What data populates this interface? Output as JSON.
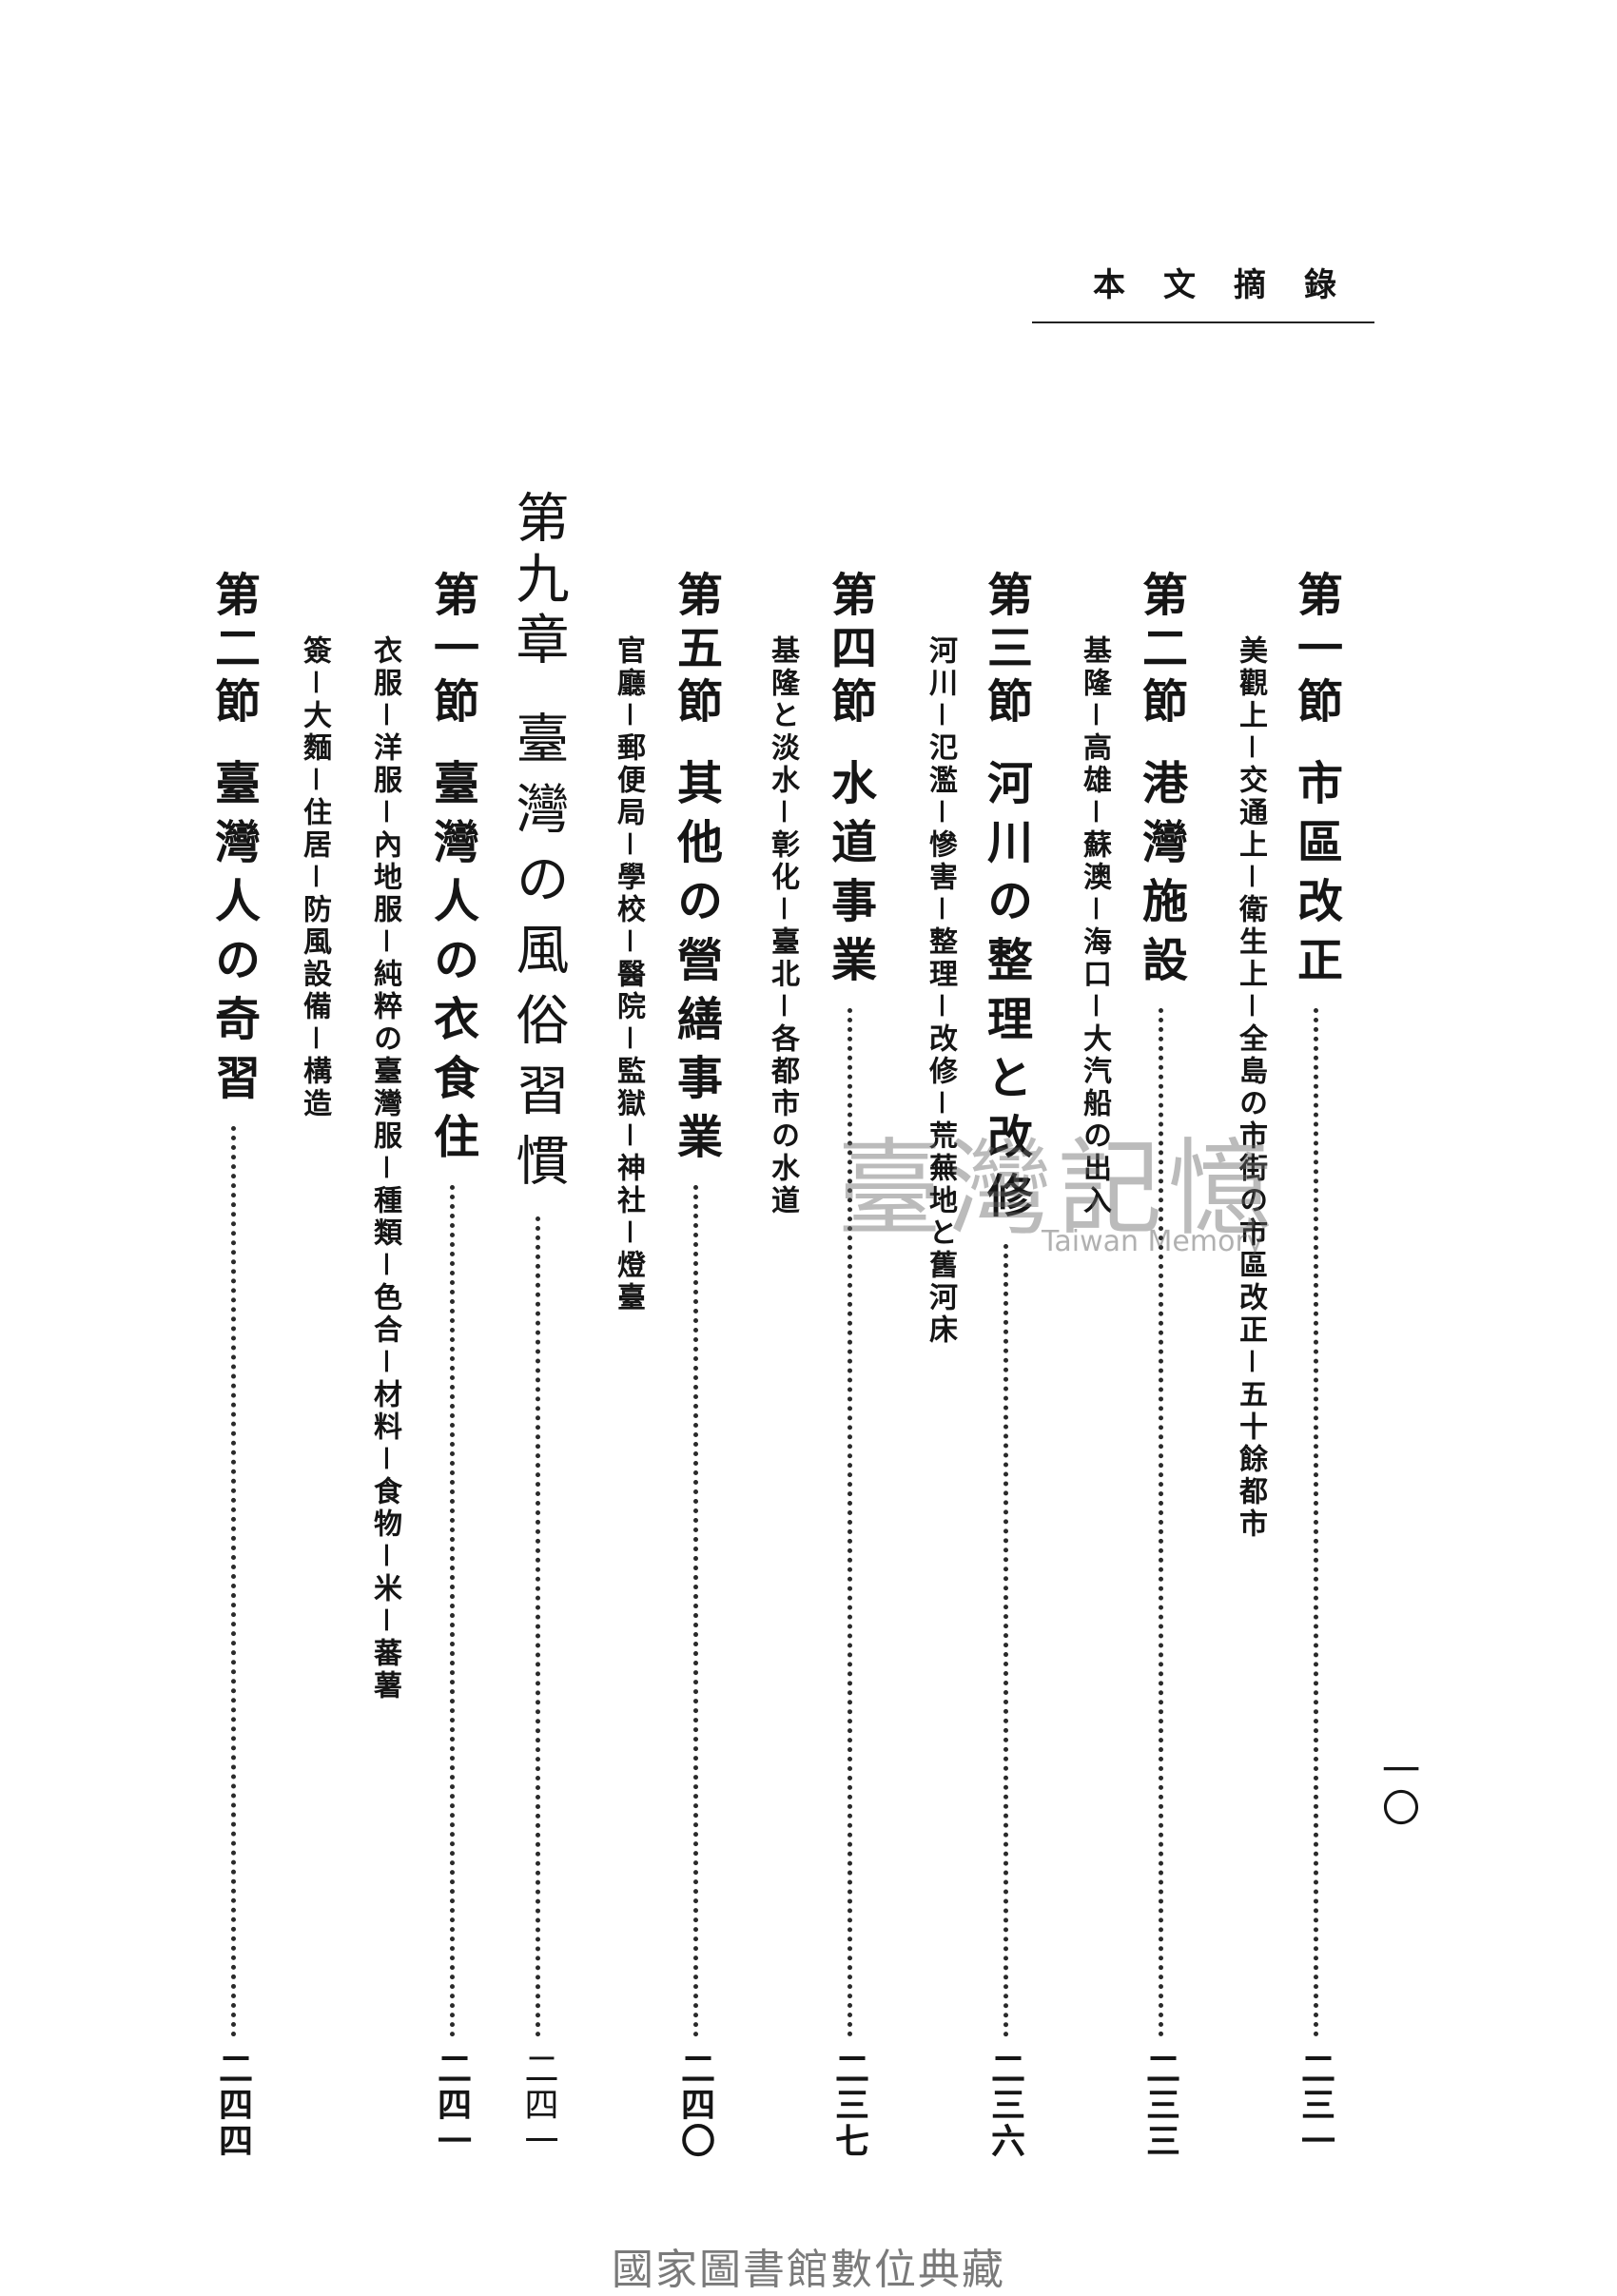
{
  "header": {
    "title": "本文摘錄",
    "page_number": "一〇"
  },
  "entries": [
    {
      "num": "第一節",
      "title": "市區改正",
      "page": "二三一",
      "sub": "美觀上－交通上－衛生上－全島の市街の市區改正－五十餘都市"
    },
    {
      "num": "第二節",
      "title": "港灣施設",
      "page": "二三三",
      "sub": "基隆－高雄－蘇澳－海口－大汽船の出入"
    },
    {
      "num": "第三節",
      "title": "河川の整理と改修",
      "page": "二三六",
      "sub": "河川－氾濫－慘害－整理－改修－荒蕪地と舊河床"
    },
    {
      "num": "第四節",
      "title": "水道事業",
      "page": "二三七",
      "sub": "基隆と淡水－彰化－臺北－各都市の水道"
    },
    {
      "num": "第五節",
      "title": "其他の營繕事業",
      "page": "二四〇",
      "sub": "官廳－郵便局－學校－醫院－監獄－神社－燈臺"
    },
    {
      "num": "第九章",
      "title": "臺灣の風俗習慣",
      "page": "二四一",
      "chapter": true
    },
    {
      "num": "第一節",
      "title": "臺灣人の衣食住",
      "page": "二四一",
      "sub": "衣服－洋服－內地服－純粹の臺灣服－種類－色合－材料－食物－米－蕃薯",
      "sub2": "簽－大麵－住居－防風設備－構造"
    },
    {
      "num": "第二節",
      "title": "臺灣人の奇習",
      "page": "二四四"
    }
  ],
  "watermark": {
    "main": "臺灣記憶",
    "sub": "Taiwan Memory"
  },
  "footer": "國家圖書館數位典藏"
}
